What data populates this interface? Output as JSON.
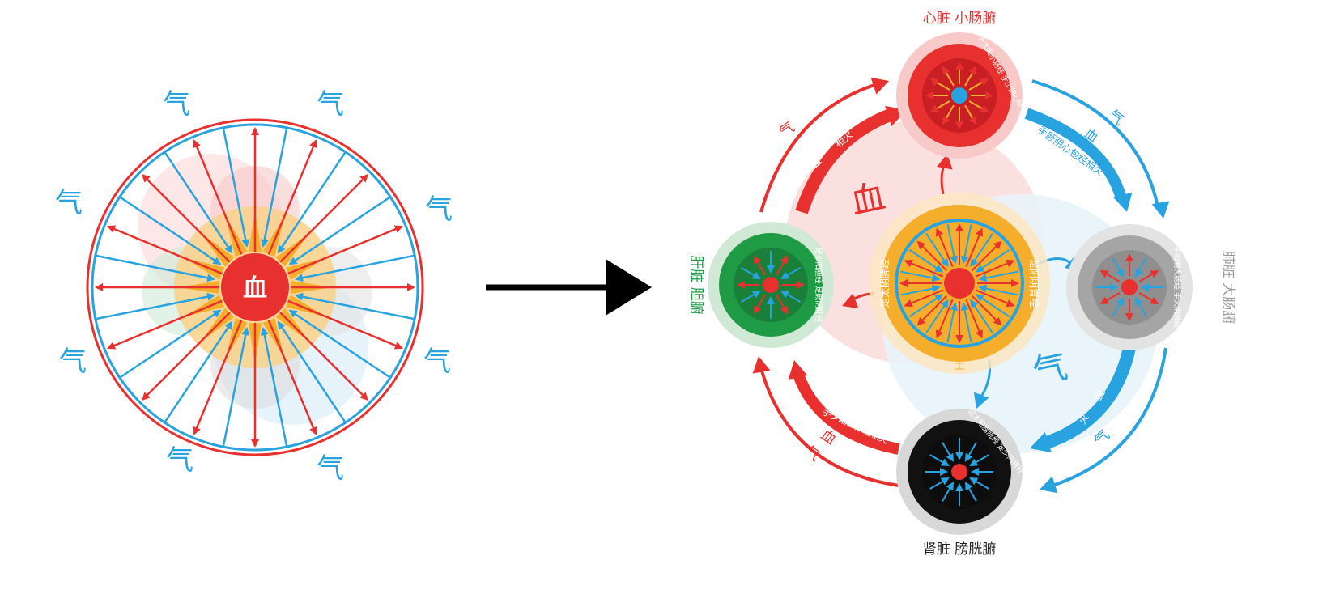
{
  "left_diagram": {
    "center_label": "血",
    "qi_label": "气",
    "qi_count": 8
  },
  "right_diagram": {
    "organs": {
      "heart": {
        "title": "心脏  小肠腑",
        "ring_text": "手太阳小肠经 手少阴心经"
      },
      "lung": {
        "title": "肺脏  大肠腑",
        "ring_text": "手阳明大肠经 手太阴肺经"
      },
      "liver": {
        "title": "肝脏  胆腑",
        "ring_text": "足少阳胆经 足厥阴肝经"
      },
      "kidney": {
        "title": "肾脏  膀胱腑",
        "ring_text": "足太阳膀胱经 足少阴肾经"
      },
      "spleen": {
        "ring_left": "足太阴脾经",
        "ring_right": "足阳明胃经",
        "bottom_label": "土"
      }
    },
    "big_labels": {
      "blood": "血",
      "qi": "气"
    },
    "arcs": {
      "upper_left": {
        "qi": "气",
        "blood": "血",
        "fire": "相火"
      },
      "upper_right": {
        "qi": "气",
        "blood": "血",
        "text": "手厥阴心包经相火"
      },
      "lower_left": {
        "qi": "气",
        "blood": "血",
        "text": "手少阳三焦经相火"
      },
      "lower_right": {
        "qi": "气",
        "blood": "血",
        "fire": "火"
      }
    }
  },
  "colors": {
    "red": "#e8312f",
    "blue": "#29a3e0",
    "orange": "#f5ae2b",
    "green": "#1f9a45",
    "gray": "#a5a5a5",
    "black": "#111111",
    "light_red": "#fbe0e0",
    "light_blue": "#e8f4fb"
  }
}
